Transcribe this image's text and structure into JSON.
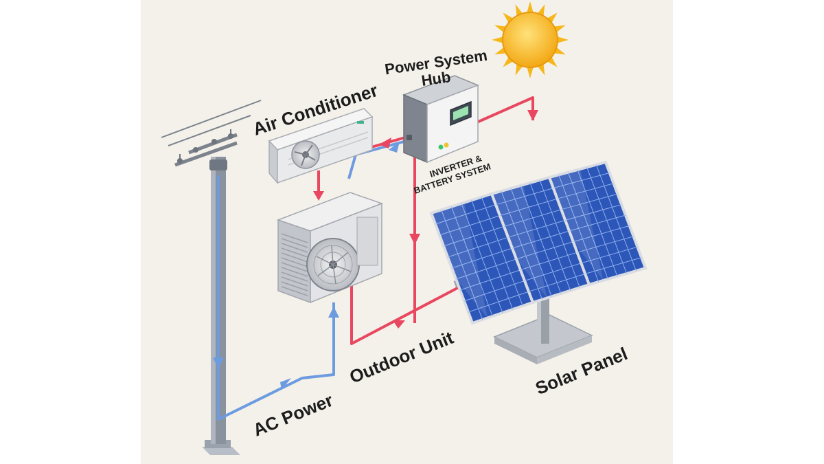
{
  "labels": {
    "hub_line1": "Power System",
    "hub_line2": "Hub",
    "air_conditioner": "Air Conditioner",
    "inverter_line1": "INVERTER &",
    "inverter_line2": "BATTERY SYSTEM",
    "outdoor_unit": "Outdoor Unit",
    "ac_power": "AC Power",
    "solar_panel": "Solar Panel"
  },
  "colors": {
    "background": "#f4f1ea",
    "side_bars": "#ffffff",
    "solar_flow": "#e8475f",
    "grid_flow": "#6c9be0",
    "panel_blue": "#2c56b8",
    "sun": "#f6b71c"
  },
  "icons": {
    "sun": "sun-icon",
    "pole": "utility-pole-icon",
    "indoor_unit": "indoor-ac-unit-icon",
    "outdoor_unit": "outdoor-ac-unit-icon",
    "hub": "inverter-hub-icon",
    "panels": "solar-panel-icon"
  }
}
